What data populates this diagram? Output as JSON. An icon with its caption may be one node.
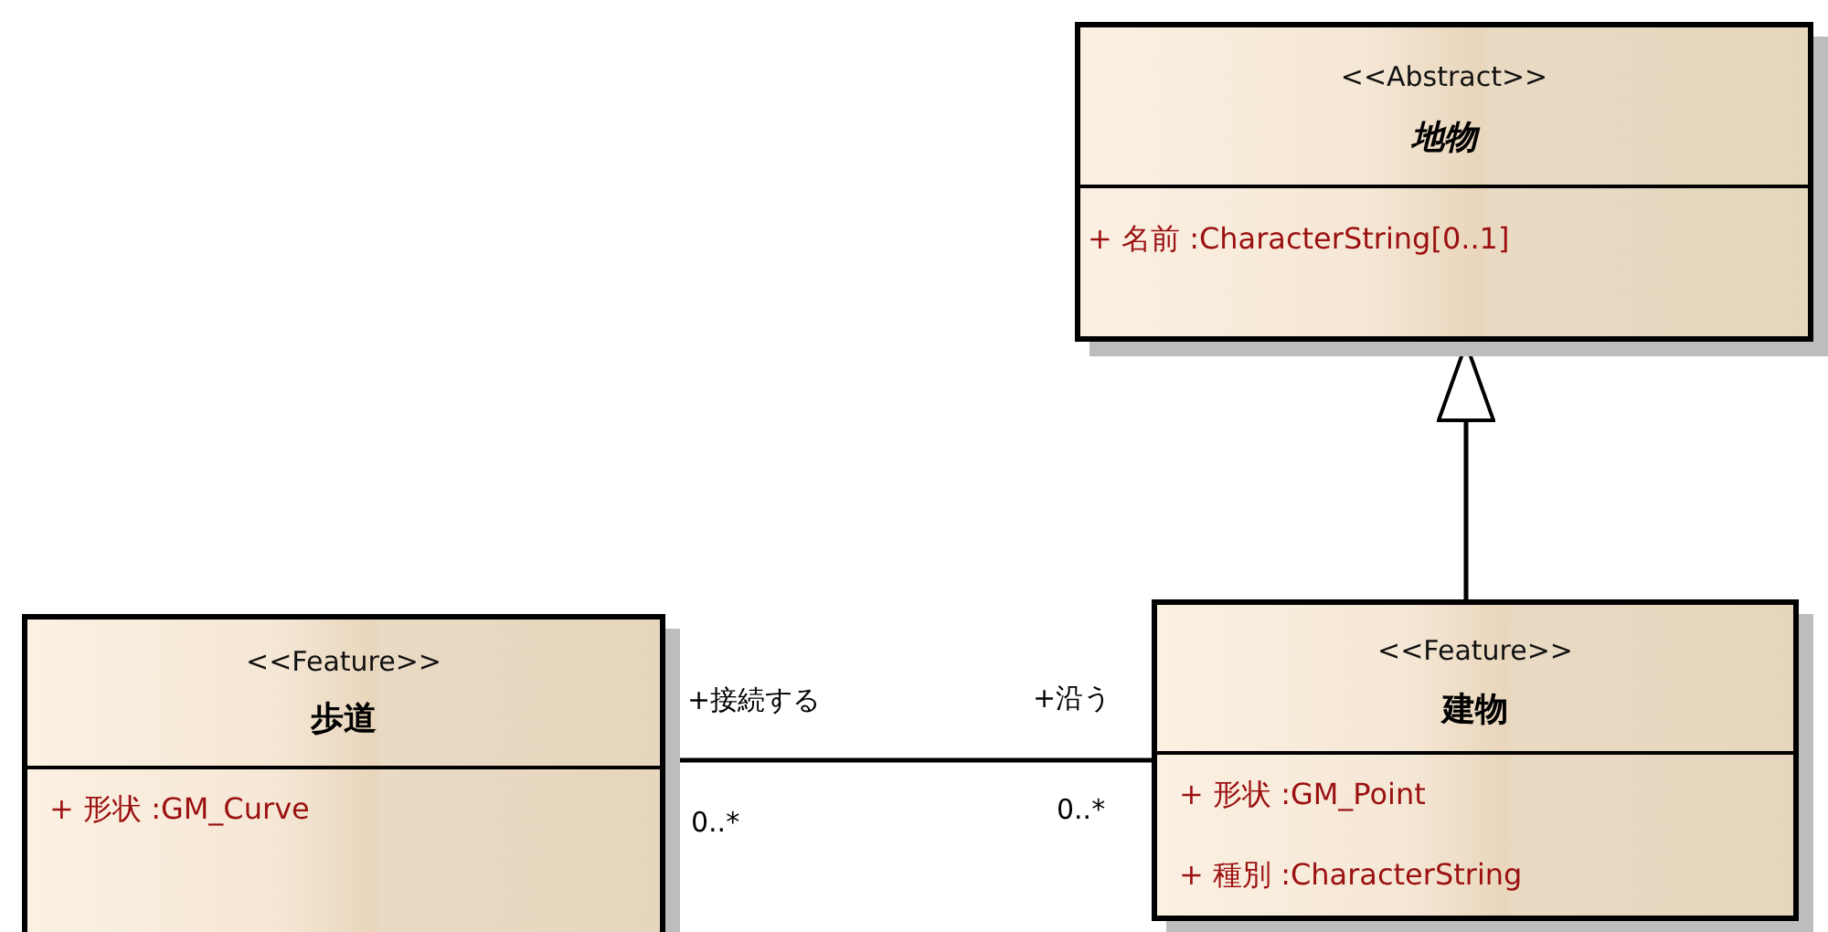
{
  "diagram": {
    "nodes": [
      {
        "text": [
          "<<Abstract>>",
          "地物",
          "+ 名前 :CharacterString[0..1]"
        ]
      },
      {
        "text": [
          "<<Feature>>",
          "歩道",
          "+ 形状 :GM_Curve"
        ]
      },
      {
        "text": [
          "<<Feature>>",
          "建物",
          "+ 形状 :GM_Point",
          "+ 種別 :CharacterString"
        ]
      }
    ],
    "edges": [
      {
        "from": 2,
        "to": 0,
        "arrow": "to"
      },
      {
        "from": 1,
        "to": 2,
        "arrow": "none"
      }
    ],
    "labels": [
      "+接続する",
      "+沿う",
      "0..*",
      "0..*"
    ]
  }
}
